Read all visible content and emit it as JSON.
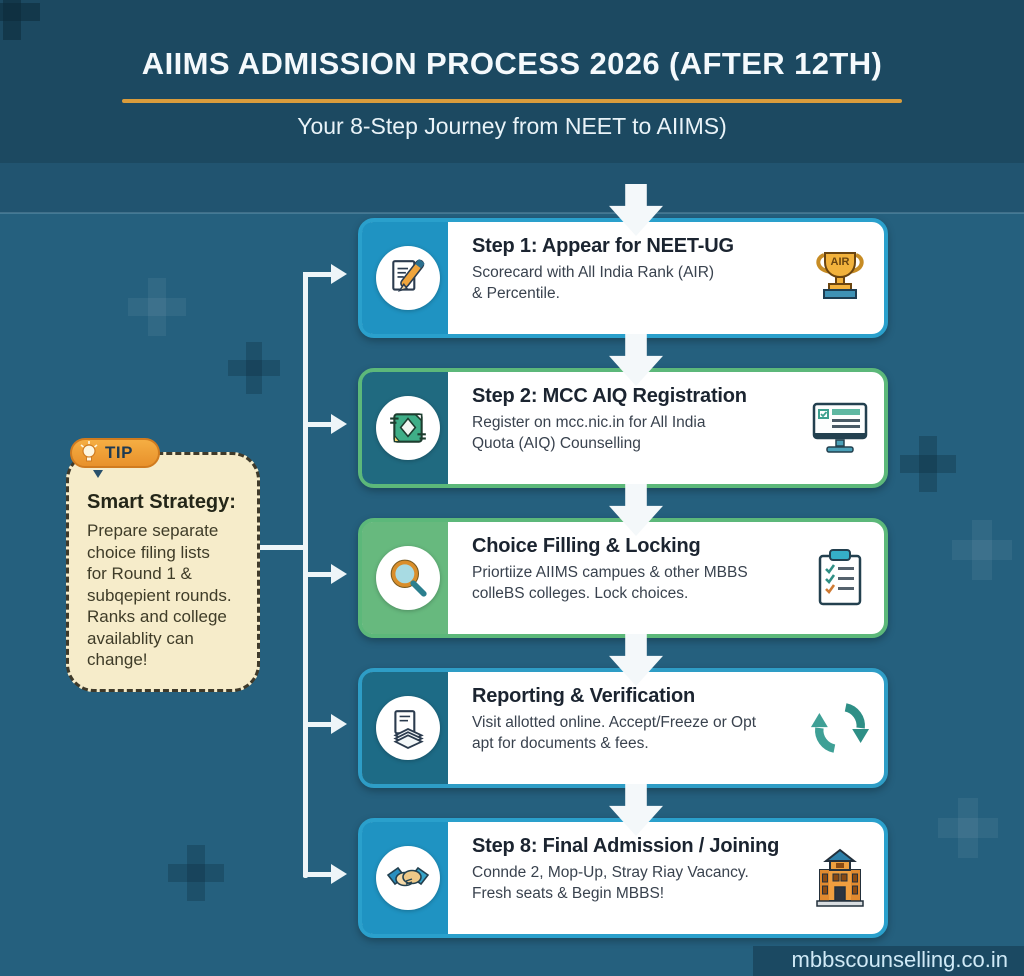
{
  "header": {
    "title": "AIIMS ADMISSION PROCESS 2026 (AFTER 12TH)",
    "subtitle": "Your 8-Step Journey from NEET to AIIMS)",
    "divider_color": "#d99c3c"
  },
  "tip": {
    "badge_label": "TIP",
    "badge_icon": "lightbulb-icon",
    "title": "Smart Strategy:",
    "body": "Prepare separate\nchoice filing lists\nfor Round 1 &\nsubqepient rounds.\nRanks and college\navailablity can\nchange!"
  },
  "steps": [
    {
      "title": "Step 1: Appear for NEET-UG",
      "description": "Scorecard with All India Rank (AIR)\n& Percentile.",
      "left_icon": "pencil-document-icon",
      "right_icon": "trophy-icon",
      "trophy_label": "AIR",
      "accent_color": "#2aa0cc",
      "panel_color": "#1f93c2"
    },
    {
      "title": "Step 2: MCC AIQ Registration",
      "description": "Register on mcc.nic.in for All India\nQuota (AIQ) Counselling",
      "left_icon": "form-icon",
      "right_icon": "monitor-icon",
      "accent_color": "#5cb87a",
      "panel_color": "#206a80"
    },
    {
      "title": "Choice Filling & Locking",
      "description": "Priortiize AIIMS campues & other MBBS\ncolleBS colleges. Lock choices.",
      "left_icon": "magnifier-icon",
      "right_icon": "checklist-icon",
      "accent_color": "#5cb87a",
      "panel_color": "#67b97e"
    },
    {
      "title": "Reporting & Verification",
      "description": "Visit allotted online. Accept/Freeze or Opt\napt for documents & fees.",
      "left_icon": "documents-stack-icon",
      "right_icon": "refresh-icon",
      "accent_color": "#2e9dc6",
      "panel_color": "#1d6b86"
    },
    {
      "title": "Step 8: Final Admission / Joining",
      "description": "Connde 2, Mop-Up, Stray Riay Vacancy.\nFresh seats & Begin MBBS!",
      "left_icon": "handshake-icon",
      "right_icon": "building-icon",
      "accent_color": "#2aa0cc",
      "panel_color": "#1f93c2"
    }
  ],
  "footer": {
    "website": "mbbscounselling.co.in"
  },
  "colors": {
    "background": "#25607e",
    "header_band": "#1c4961",
    "accent_orange": "#d99c3c",
    "tip_background": "#f6ecca",
    "connector": "#eef5f8"
  }
}
